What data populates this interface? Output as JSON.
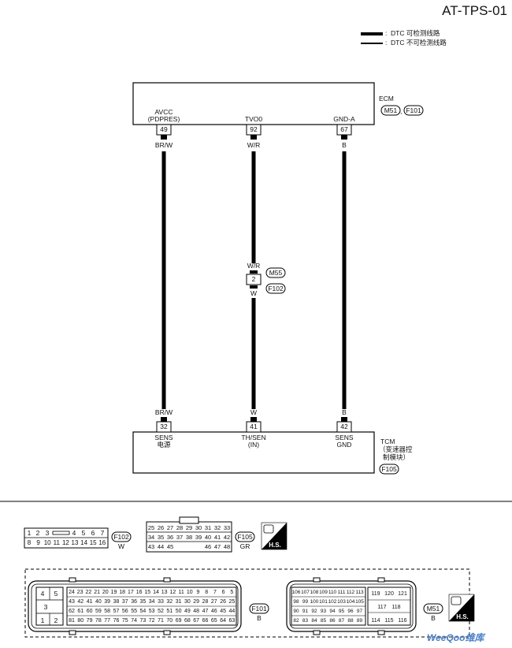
{
  "title": "AT-TPS-01",
  "legend": {
    "thick": "DTC 可检测线路",
    "thin": "DTC 不可检测线路",
    "colon": ":"
  },
  "ecm": {
    "label": "ECM",
    "conn1": "M51",
    "conn2": "F101",
    "sep": ",",
    "pins": [
      {
        "name_line1": "AVCC",
        "name_line2": "(PDPRES)",
        "pin": "49",
        "wire": "BR/W"
      },
      {
        "name_line1": "TVO0",
        "name_line2": "",
        "pin": "92",
        "wire": "W/R"
      },
      {
        "name_line1": "GND-A",
        "name_line2": "",
        "pin": "67",
        "wire": "B"
      }
    ]
  },
  "inline": {
    "top_color": "W/R",
    "pin": "2",
    "bottom_color": "W",
    "conn_top": "M55",
    "conn_bottom": "F102"
  },
  "tcm": {
    "label_line1": "TCM",
    "label_line2": "（变速器控",
    "label_line3": "制模块）",
    "conn": "F105",
    "pins": [
      {
        "wire": "BR/W",
        "pin": "32",
        "name_line1": "SENS",
        "name_line2": "电源"
      },
      {
        "wire": "W",
        "pin": "41",
        "name_line1": "TH/SEN",
        "name_line2": "(IN)"
      },
      {
        "wire": "B",
        "pin": "42",
        "name_line1": "SENS",
        "name_line2": "GND"
      }
    ]
  },
  "connectors": {
    "f102": {
      "id": "F102",
      "color": "W",
      "row1": [
        "1",
        "2",
        "3",
        "",
        "4",
        "5",
        "6",
        "7"
      ],
      "row2": [
        "8",
        "9",
        "10",
        "11",
        "12",
        "13",
        "14",
        "15",
        "16"
      ]
    },
    "f105": {
      "id": "F105",
      "color": "GR",
      "row1": [
        "25",
        "26",
        "27",
        "28",
        "29",
        "30",
        "31",
        "32",
        "33"
      ],
      "row2": [
        "34",
        "35",
        "36",
        "37",
        "38",
        "39",
        "40",
        "41",
        "42"
      ],
      "row3": [
        "43",
        "44",
        "45",
        "46",
        "47",
        "48"
      ]
    },
    "f101": {
      "id": "F101",
      "color": "B",
      "left_block": [
        "4",
        "5",
        "3",
        "1",
        "2"
      ],
      "row1": [
        "24",
        "23",
        "22",
        "21",
        "20",
        "19",
        "18",
        "17",
        "16",
        "15",
        "14",
        "13",
        "12",
        "11",
        "10",
        "9",
        "8",
        "7",
        "6",
        "5"
      ],
      "row2": [
        "43",
        "42",
        "41",
        "40",
        "39",
        "38",
        "37",
        "36",
        "35",
        "34",
        "33",
        "32",
        "31",
        "30",
        "29",
        "28",
        "27",
        "26",
        "25"
      ],
      "row3": [
        "62",
        "61",
        "60",
        "59",
        "58",
        "57",
        "56",
        "55",
        "54",
        "53",
        "52",
        "51",
        "50",
        "49",
        "48",
        "47",
        "46",
        "45",
        "44"
      ],
      "row4": [
        "81",
        "80",
        "79",
        "78",
        "77",
        "76",
        "75",
        "74",
        "73",
        "72",
        "71",
        "70",
        "69",
        "68",
        "67",
        "66",
        "65",
        "64",
        "63"
      ]
    },
    "m51": {
      "id": "M51",
      "color": "B",
      "row1": [
        "106",
        "107",
        "108",
        "109",
        "110",
        "111",
        "112",
        "113"
      ],
      "row2": [
        "98",
        "99",
        "100",
        "101",
        "102",
        "103",
        "104",
        "105"
      ],
      "row3": [
        "90",
        "91",
        "92",
        "93",
        "94",
        "95",
        "96",
        "97"
      ],
      "row4": [
        "82",
        "83",
        "84",
        "85",
        "86",
        "87",
        "88",
        "89"
      ],
      "right_block": [
        "119",
        "120",
        "121",
        "117",
        "118",
        "114",
        "115",
        "116"
      ]
    },
    "hs_label": "H.S."
  },
  "watermark": "WeeQoo维库"
}
